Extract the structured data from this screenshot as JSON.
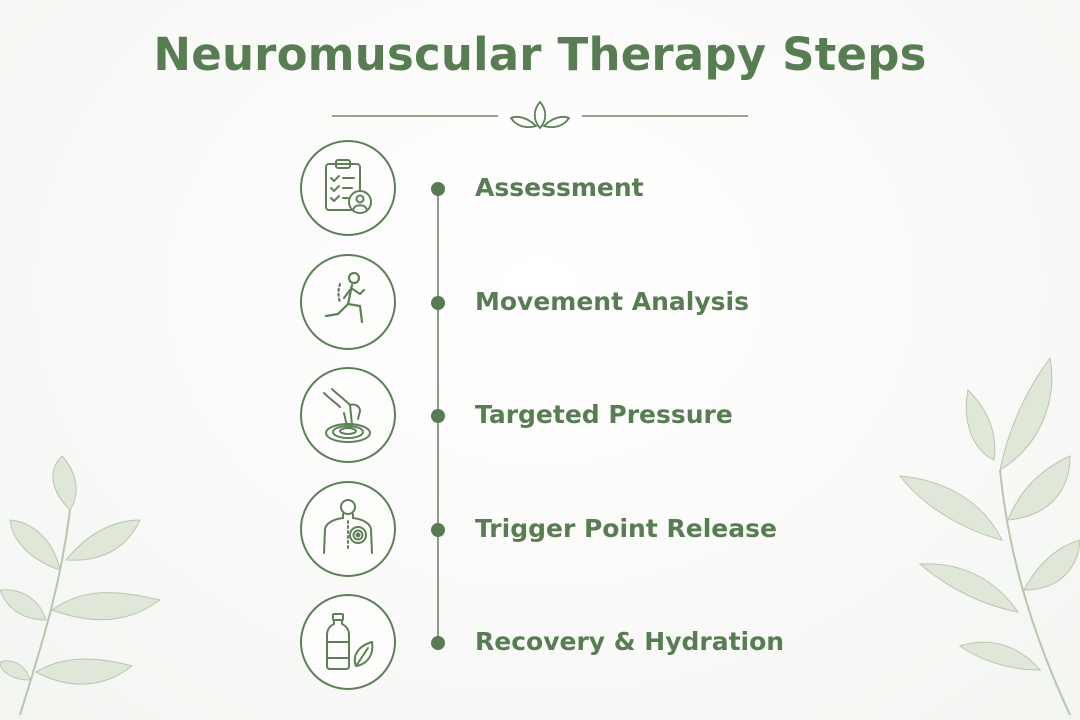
{
  "title": "Neuromuscular Therapy Steps",
  "accent_color": "#587d52",
  "steps": [
    {
      "label": "Assessment",
      "icon": "clipboard-checklist-icon"
    },
    {
      "label": "Movement Analysis",
      "icon": "lunging-figure-icon"
    },
    {
      "label": "Targeted Pressure",
      "icon": "finger-press-icon"
    },
    {
      "label": "Trigger Point Release",
      "icon": "back-target-icon"
    },
    {
      "label": "Recovery & Hydration",
      "icon": "water-bottle-leaf-icon"
    }
  ]
}
